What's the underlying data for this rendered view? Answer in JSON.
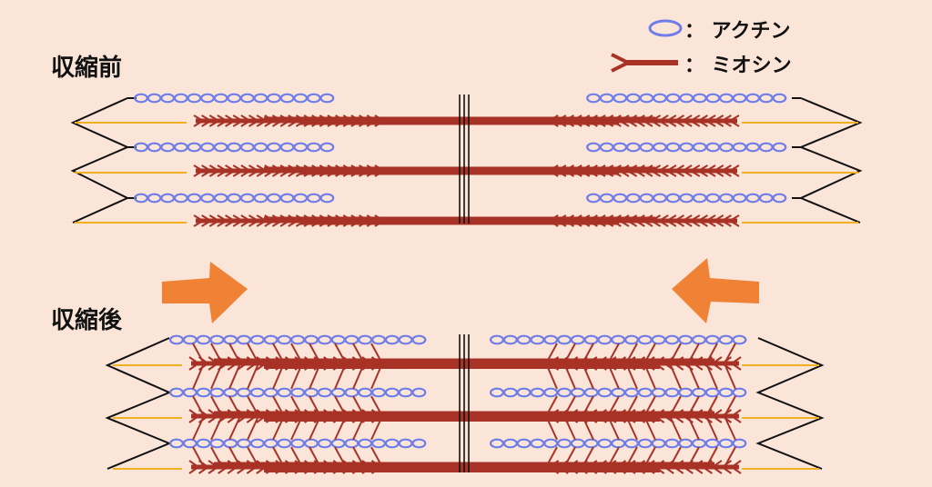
{
  "legend": {
    "actin_label": "： アクチン",
    "myosin_label": "： ミオシン"
  },
  "sections": {
    "before_label": "収縮前",
    "after_label": "収縮後"
  },
  "colors": {
    "background": "#fbe5d8",
    "actin": "#6f7de8",
    "myosin": "#a83226",
    "titin": "#f0b020",
    "z_line": "#111111",
    "arrow": "#f08236"
  },
  "icons": {
    "actin": "actin-oval-icon",
    "myosin": "myosin-filament-icon",
    "arrow_right": "arrow-right-icon",
    "arrow_left": "arrow-left-icon"
  }
}
